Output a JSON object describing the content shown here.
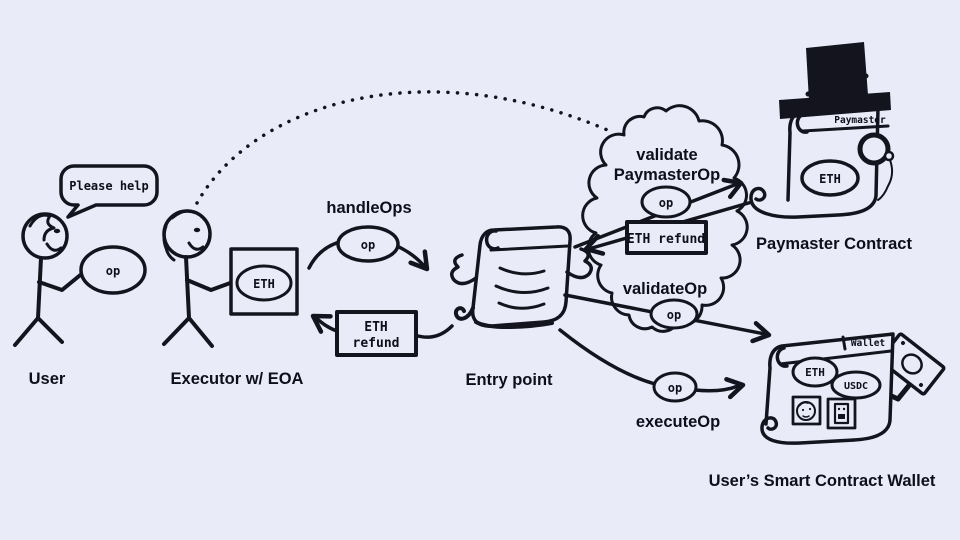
{
  "colors": {
    "background": "#e9ecf8",
    "ink": "#14141e"
  },
  "actors": {
    "user": {
      "label": "User",
      "speech_bubble": "Please help",
      "op_token": "op"
    },
    "executor": {
      "label": "Executor w/ EOA",
      "eth_token": "ETH"
    },
    "entry_point": {
      "label": "Entry point"
    },
    "paymaster": {
      "label": "Paymaster Contract",
      "scroll_tag": "Paymaster",
      "eth_token": "ETH"
    },
    "wallet": {
      "label": "User’s Smart Contract Wallet",
      "scroll_tag": "Wallet",
      "eth_token": "ETH",
      "usdc_token": "USDC"
    }
  },
  "flows": {
    "handle_ops": {
      "label": "handleOps",
      "op_token": "op"
    },
    "eth_refund_to_executor": {
      "line1": "ETH",
      "line2": "refund"
    },
    "validate_paymaster_op": {
      "line1": "validate",
      "line2": "PaymasterOp",
      "op_token": "op"
    },
    "eth_refund_to_entry": {
      "label": "ETH refund"
    },
    "validate_op": {
      "label": "validateOp",
      "op_token": "op"
    },
    "execute_op": {
      "label": "executeOp",
      "op_token": "op"
    }
  }
}
